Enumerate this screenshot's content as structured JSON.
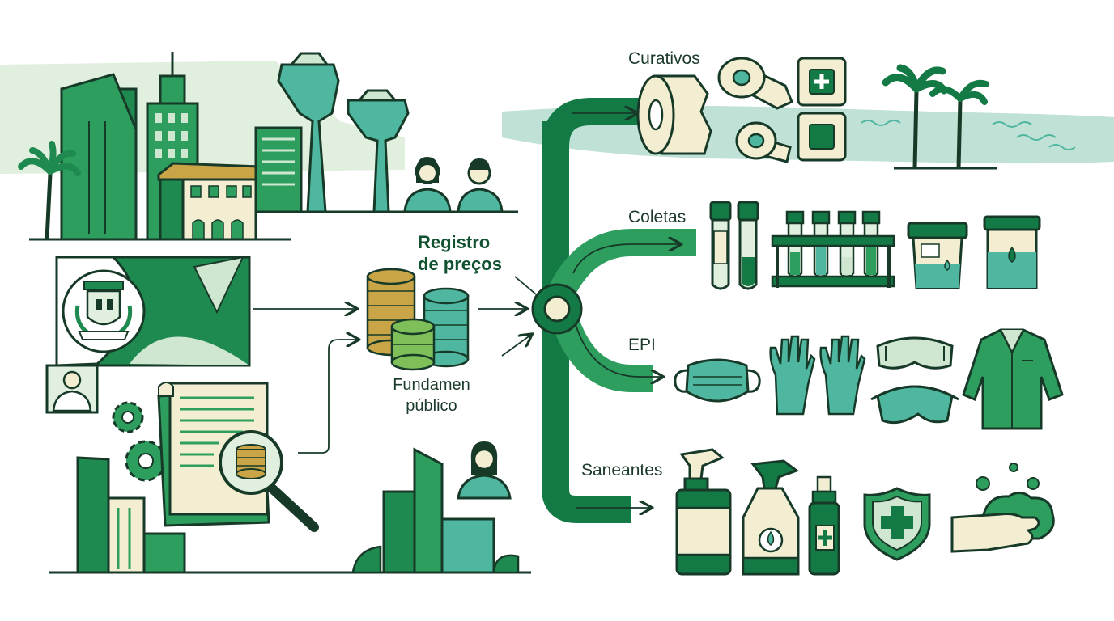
{
  "title": {
    "line1": "Registro",
    "line2": "de preços"
  },
  "source": {
    "line1": "Fundamen",
    "line2": "público"
  },
  "categories": [
    {
      "id": "curativos",
      "label": "Curativos"
    },
    {
      "id": "coletas",
      "label": "Coletas"
    },
    {
      "id": "epi",
      "label": "EPI"
    },
    {
      "id": "saneantes",
      "label": "Saneantes"
    }
  ],
  "colors": {
    "dark_green": "#137a45",
    "mid_green": "#2e9e5f",
    "light_green": "#cfe6d0",
    "teal": "#4fb6a0",
    "cream": "#f3eed2",
    "gold": "#c9a548",
    "ink": "#173a28"
  }
}
